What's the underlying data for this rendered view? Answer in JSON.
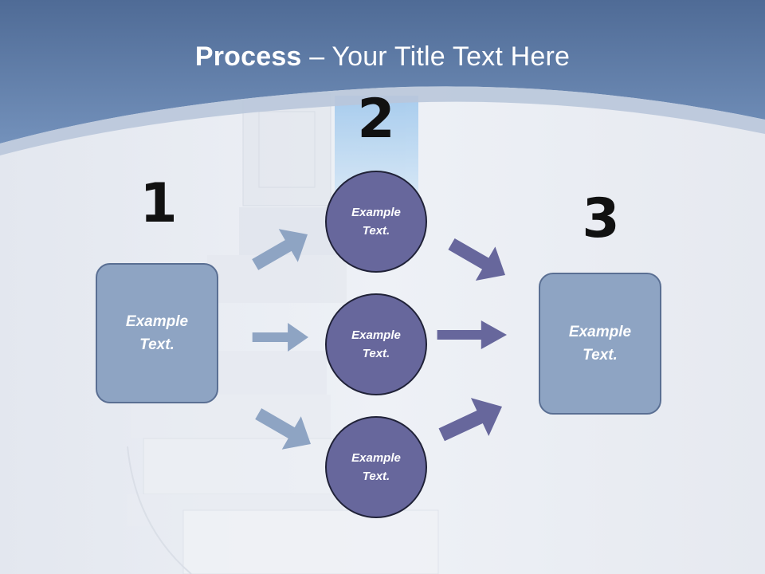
{
  "title": {
    "bold": "Process",
    "rest": " – Your Title Text Here"
  },
  "numbers": {
    "n1": "1",
    "n2": "2",
    "n3": "3"
  },
  "left_box": {
    "line1": "Example",
    "line2": "Text."
  },
  "right_box": {
    "line1": "Example",
    "line2": "Text."
  },
  "circles": [
    {
      "line1": "Example",
      "line2": "Text."
    },
    {
      "line1": "Example",
      "line2": "Text."
    },
    {
      "line1": "Example",
      "line2": "Text."
    }
  ],
  "colors": {
    "header": "#5a78a3",
    "box_fill": "#8ea4c3",
    "circle_fill": "#67679c",
    "arrow_light": "#8ea4c3",
    "arrow_dark": "#67679c"
  }
}
